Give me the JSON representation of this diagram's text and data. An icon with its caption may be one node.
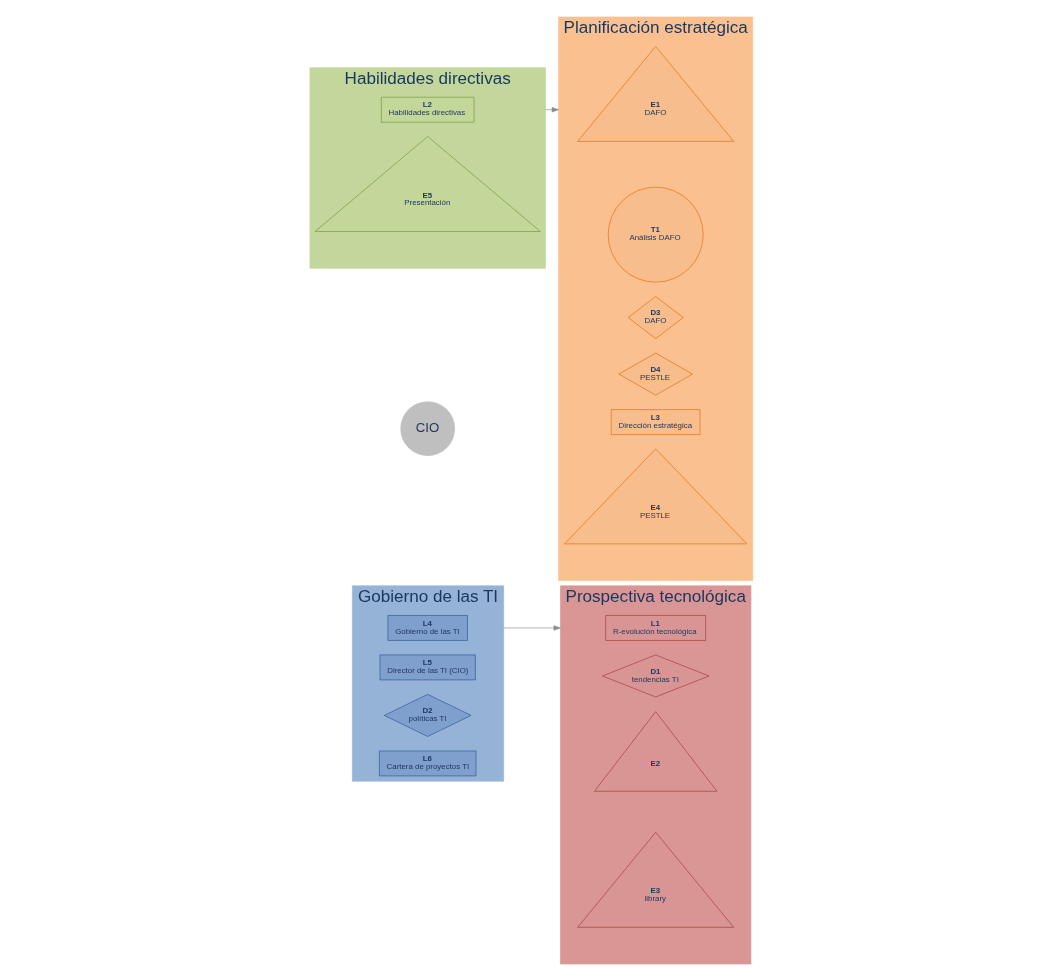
{
  "diagram": {
    "nodes": [
      {
        "text": [
          "Gobierno de las TI"
        ]
      },
      {
        "text": [
          "L4",
          "Gobierno de las TI"
        ],
        "in": 0
      },
      {
        "text": [
          "L5",
          "Director de las TI (CIO)"
        ],
        "in": 0
      },
      {
        "text": [
          "D2",
          "políticas TI"
        ],
        "in": 0
      },
      {
        "text": [
          "L6",
          "Cartera de proyectos TI"
        ],
        "in": 0
      },
      {
        "text": [
          "Prospectiva tecnológica"
        ]
      },
      {
        "text": [
          "L1",
          "R-evolución tecnológica"
        ],
        "in": 5
      },
      {
        "text": [
          "D1",
          "tendencias TI"
        ],
        "in": 5
      },
      {
        "text": [
          "E2"
        ],
        "in": 5
      },
      {
        "text": [
          "E3",
          "library"
        ],
        "in": 5
      },
      {
        "text": [
          "CIO"
        ]
      },
      {
        "text": [
          "Planificación estratégica"
        ]
      },
      {
        "text": [
          "E1",
          "DAFO"
        ],
        "in": 11
      },
      {
        "text": [
          "T1",
          "Análisis DAFO"
        ],
        "in": 11
      },
      {
        "text": [
          "D3",
          "DAFO"
        ],
        "in": 11
      },
      {
        "text": [
          "D4",
          "PESTLE"
        ],
        "in": 11
      },
      {
        "text": [
          "L3",
          "Dirección estratégica"
        ],
        "in": 11
      },
      {
        "text": [
          "E4",
          "PESTLE"
        ],
        "in": 11
      },
      {
        "text": [
          "Habilidades directivas"
        ]
      },
      {
        "text": [
          "L2",
          "Habilidades directivas"
        ],
        "in": 18
      },
      {
        "text": [
          "E5",
          "Presentación"
        ],
        "in": 18
      }
    ],
    "edges": [
      {
        "from": 0,
        "to": 5,
        "arrow": "to"
      },
      {
        "from": 18,
        "to": 11,
        "arrow": "to"
      }
    ]
  }
}
